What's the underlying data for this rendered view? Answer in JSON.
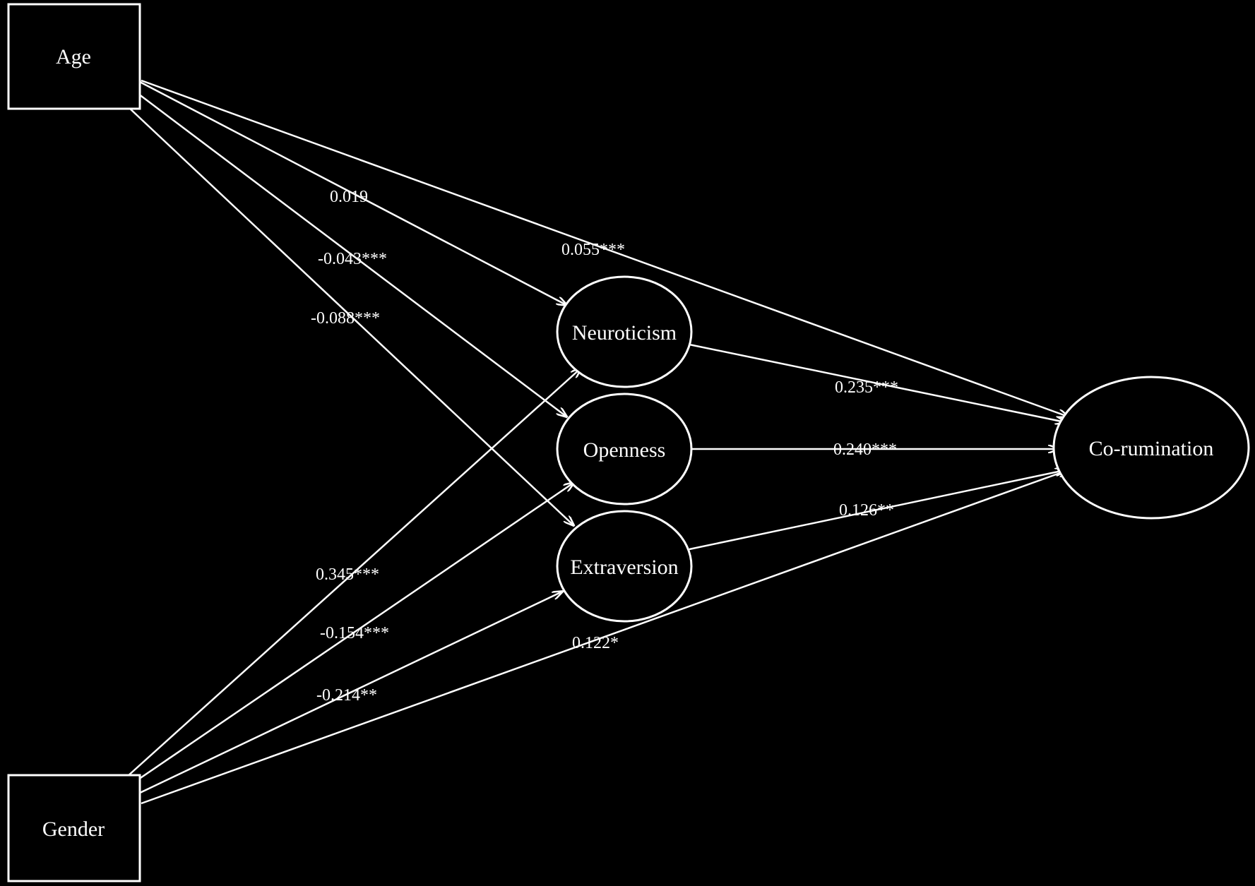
{
  "nodes": {
    "age": "Age",
    "gender": "Gender",
    "neuroticism": "Neuroticism",
    "openness": "Openness",
    "extraversion": "Extraversion",
    "corumination": "Co-rumination"
  },
  "paths": [
    {
      "id": "age-neuroticism",
      "from": "Age",
      "to": "Neuroticism",
      "coefficient": "0.019"
    },
    {
      "id": "age-openness",
      "from": "Age",
      "to": "Openness",
      "coefficient": "-0.043***"
    },
    {
      "id": "age-extraversion",
      "from": "Age",
      "to": "Extraversion",
      "coefficient": "-0.088***"
    },
    {
      "id": "age-corumination",
      "from": "Age",
      "to": "Co-rumination",
      "coefficient": "0.055***"
    },
    {
      "id": "gender-neuroticism",
      "from": "Gender",
      "to": "Neuroticism",
      "coefficient": "0.345***"
    },
    {
      "id": "gender-openness",
      "from": "Gender",
      "to": "Openness",
      "coefficient": "-0.154***"
    },
    {
      "id": "gender-extraversion",
      "from": "Gender",
      "to": "Extraversion",
      "coefficient": "-0.214**"
    },
    {
      "id": "gender-corumination",
      "from": "Gender",
      "to": "Co-rumination",
      "coefficient": "0.122*"
    },
    {
      "id": "neuroticism-corumination",
      "from": "Neuroticism",
      "to": "Co-rumination",
      "coefficient": "0.235***"
    },
    {
      "id": "openness-corumination",
      "from": "Openness",
      "to": "Co-rumination",
      "coefficient": "0.240***"
    },
    {
      "id": "extraversion-corumination",
      "from": "Extraversion",
      "to": "Co-rumination",
      "coefficient": "0.126**"
    }
  ],
  "colors": {
    "background": "#000000",
    "foreground": "#ffffff"
  }
}
